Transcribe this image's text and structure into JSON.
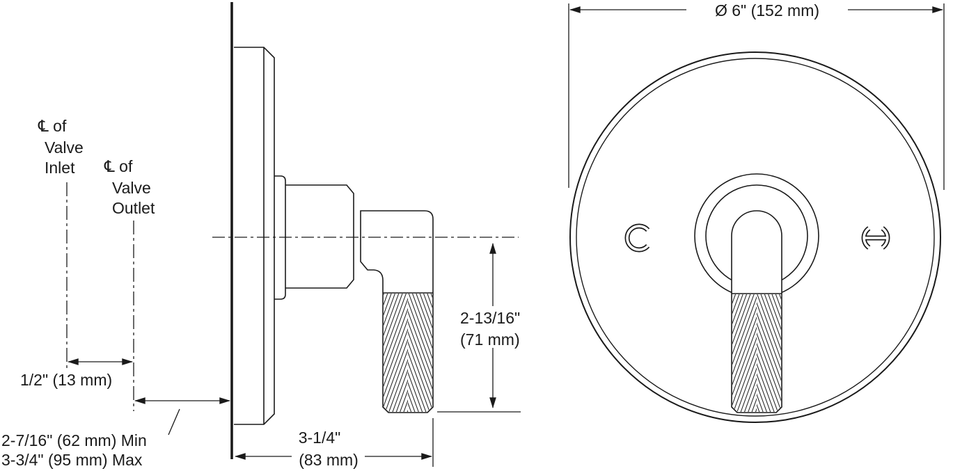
{
  "drawing": {
    "type": "technical-dimension-drawing",
    "colors": {
      "line": "#1a1a1a",
      "background": "#ffffff"
    },
    "side_view": {
      "labels": {
        "inlet": {
          "line1": "℄ of",
          "line2": "Valve",
          "line3": "Inlet"
        },
        "outlet": {
          "line1": "℄ of",
          "line2": "Valve",
          "line3": "Outlet"
        }
      },
      "dimensions": {
        "inlet_offset": "1/2\" (13 mm)",
        "depth_min": "2-7/16\" (62 mm) Min",
        "depth_max": "3-3/4\" (95 mm) Max",
        "projection_in": "3-1/4\"",
        "projection_mm": "(83 mm)",
        "handle_drop_in": "2-13/16\"",
        "handle_drop_mm": "(71 mm)"
      }
    },
    "front_view": {
      "dimensions": {
        "plate_diameter": "Ø 6\" (152 mm)"
      },
      "markings": {
        "cold": "C",
        "hot": "H"
      }
    }
  }
}
